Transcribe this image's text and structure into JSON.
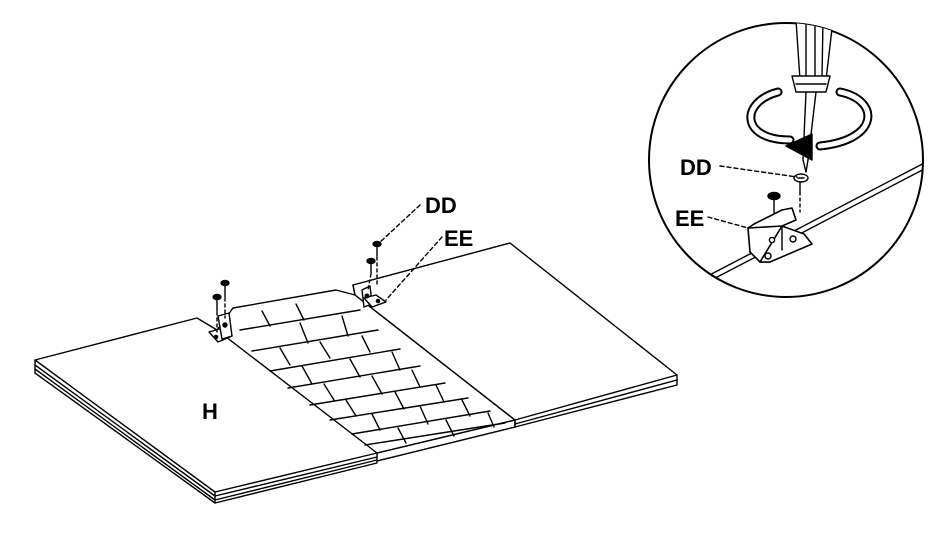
{
  "diagram": {
    "labels": {
      "panel": "H",
      "screw": "DD",
      "bracket": "EE"
    },
    "detail": {
      "screw": "DD",
      "bracket": "EE"
    }
  },
  "colors": {
    "ink": "#000000",
    "paper": "#ffffff"
  }
}
